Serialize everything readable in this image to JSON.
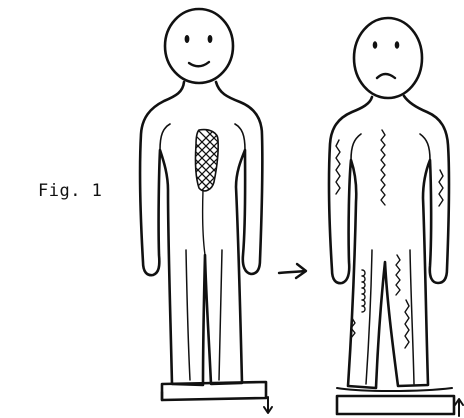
{
  "figure": {
    "caption": "Fig. 1"
  },
  "figures": {
    "left_face": "smile",
    "right_face": "frown"
  },
  "colors": {
    "ink": "#111111",
    "paper": "#ffffff"
  }
}
